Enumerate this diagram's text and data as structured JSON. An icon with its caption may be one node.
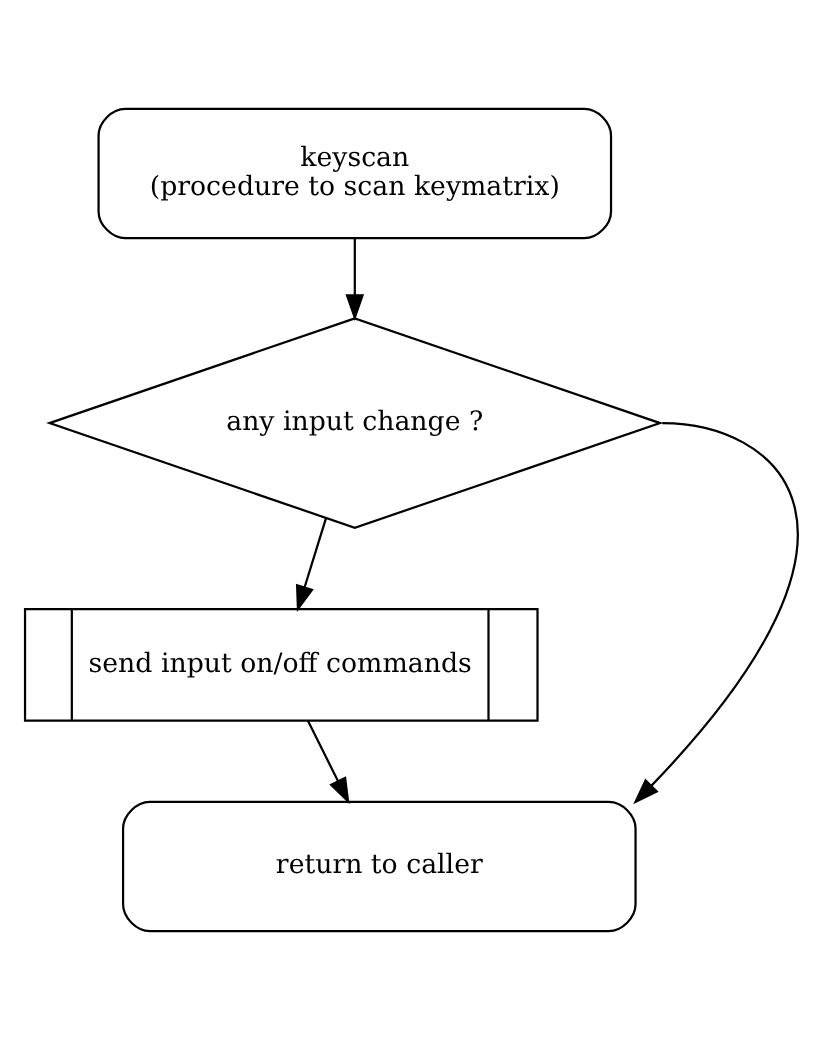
{
  "diagram": {
    "nodes": [
      {
        "text": [
          "keyscan",
          "(procedure to scan keymatrix)"
        ]
      },
      {
        "text": [
          "any input change ?"
        ]
      },
      {
        "text": [
          "send input on/off commands"
        ]
      },
      {
        "text": [
          "return to caller"
        ]
      }
    ],
    "edges": [
      {
        "from": 0,
        "to": 1,
        "arrow": "to"
      },
      {
        "from": 1,
        "to": 2,
        "arrow": "to"
      },
      {
        "from": 2,
        "to": 3,
        "arrow": "to"
      },
      {
        "from": 1,
        "to": 3,
        "arrow": "to"
      }
    ]
  }
}
